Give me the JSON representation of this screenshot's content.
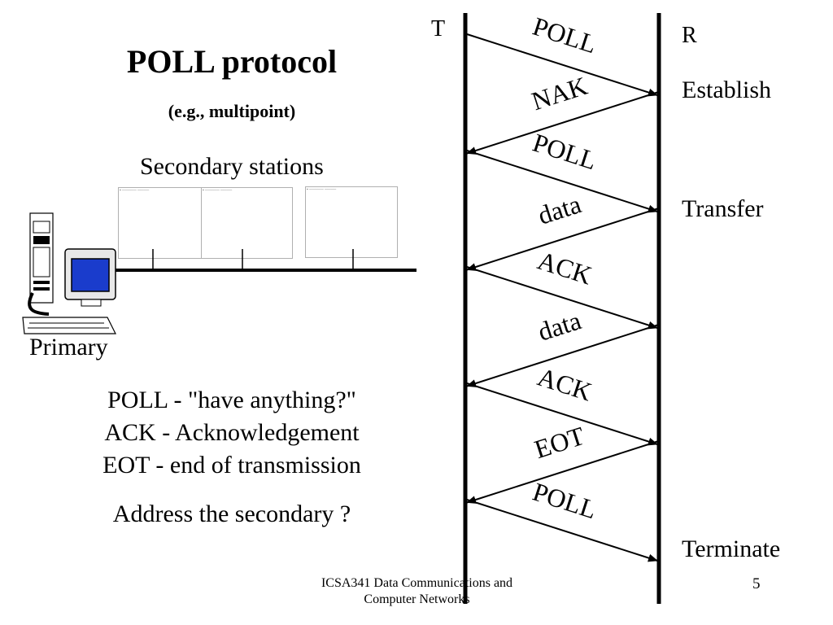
{
  "slide": {
    "title": "POLL protocol",
    "subtitle": "(e.g., multipoint)",
    "secondary_label": "Secondary stations",
    "primary_label": "Primary",
    "legend": [
      "POLL - \"have anything?\"",
      "ACK - Acknowledgement",
      "EOT - end of transmission"
    ],
    "question": "Address the secondary ?",
    "footer": "ICSA341 Data Communications and Computer Networks",
    "page_number": "5"
  },
  "sequence": {
    "sender_label": "T",
    "receiver_label": "R",
    "phases": [
      "Establish",
      "Transfer",
      "Terminate"
    ],
    "messages": [
      {
        "label": "POLL",
        "direction": "T-to-R"
      },
      {
        "label": "NAK",
        "direction": "R-to-T"
      },
      {
        "label": "POLL",
        "direction": "T-to-R"
      },
      {
        "label": "data",
        "direction": "R-to-T"
      },
      {
        "label": "ACK",
        "direction": "T-to-R"
      },
      {
        "label": "data",
        "direction": "R-to-T"
      },
      {
        "label": "ACK",
        "direction": "T-to-R"
      },
      {
        "label": "EOT",
        "direction": "R-to-T"
      },
      {
        "label": "POLL",
        "direction": "T-to-R"
      }
    ]
  },
  "colors": {
    "screen": "#1a3ccc",
    "line": "#000000"
  },
  "icons": {
    "primary": "desktop-computer-icon",
    "secondary": "window-thumbnail-icon"
  }
}
